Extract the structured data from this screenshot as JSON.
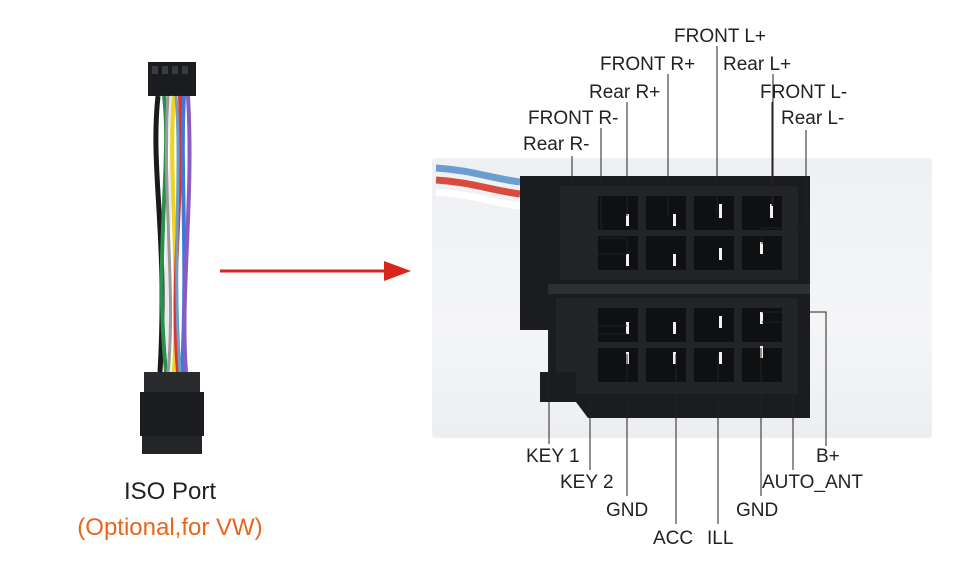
{
  "caption": {
    "title": "ISO Port",
    "subtitle": "(Optional,for VW)"
  },
  "colors": {
    "arrow": "#d9261c",
    "subtitle": "#e8651c",
    "connector": "#1b1c1f",
    "leader": "#222222"
  },
  "top_labels": [
    {
      "id": "front-l-plus",
      "text": "FRONT L+"
    },
    {
      "id": "front-r-plus",
      "text": "FRONT R+"
    },
    {
      "id": "rear-l-plus",
      "text": "Rear L+"
    },
    {
      "id": "rear-r-plus",
      "text": "Rear R+"
    },
    {
      "id": "front-l-minus",
      "text": "FRONT L-"
    },
    {
      "id": "front-r-minus",
      "text": "FRONT R-"
    },
    {
      "id": "rear-l-minus",
      "text": "Rear L-"
    },
    {
      "id": "rear-r-minus",
      "text": "Rear R-"
    }
  ],
  "bottom_labels": [
    {
      "id": "key1",
      "text": "KEY 1"
    },
    {
      "id": "b-plus",
      "text": "B+"
    },
    {
      "id": "key2",
      "text": "KEY 2"
    },
    {
      "id": "auto-ant",
      "text": "AUTO_ANT"
    },
    {
      "id": "gnd-left",
      "text": "GND"
    },
    {
      "id": "gnd-right",
      "text": "GND"
    },
    {
      "id": "acc",
      "text": "ACC"
    },
    {
      "id": "ill",
      "text": "ILL"
    }
  ]
}
